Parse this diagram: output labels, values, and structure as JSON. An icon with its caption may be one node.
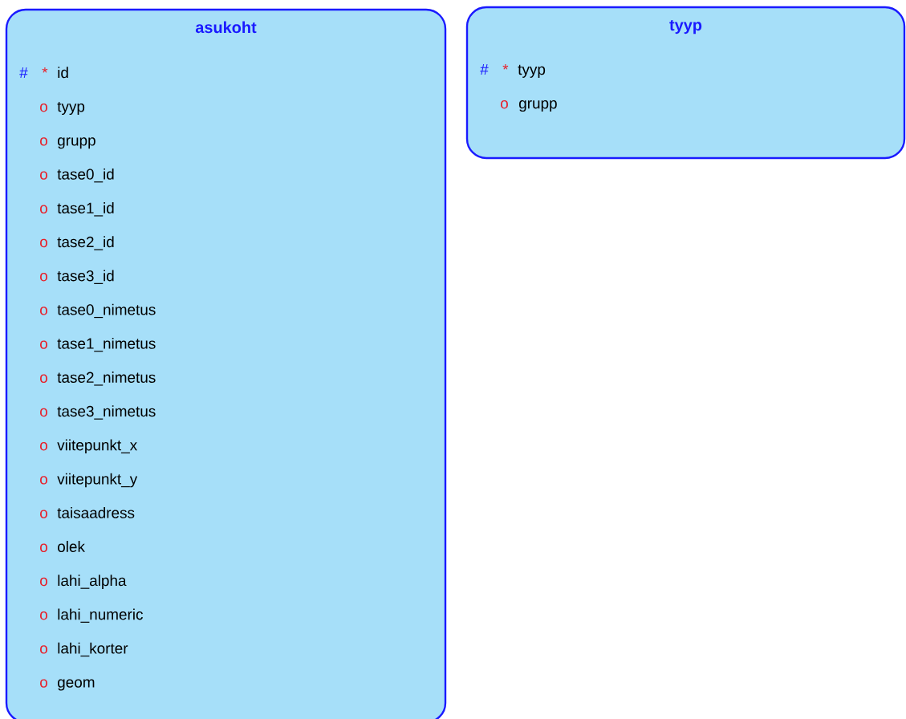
{
  "diagram": {
    "nodes": [
      {
        "text": [
          "asukoht",
          "#",
          "*",
          "id",
          "o",
          "tyyp",
          "o",
          "grupp",
          "o",
          "tase0_id",
          "o",
          "tase1_id",
          "o",
          "tase2_id",
          "o",
          "tase3_id",
          "o",
          "tase0_nimetus",
          "o",
          "tase1_nimetus",
          "o",
          "tase2_nimetus",
          "o",
          "tase3_nimetus",
          "o",
          "viitepunkt_x",
          "o",
          "viitepunkt_y",
          "o",
          "taisaadress",
          "o",
          "olek",
          "o",
          "lahi_alpha",
          "o",
          "lahi_numeric",
          "o",
          "lahi_korter",
          "o",
          "geom"
        ]
      },
      {
        "text": [
          "tyyp",
          "#",
          "*",
          "tyyp",
          "o",
          "grupp"
        ]
      }
    ]
  }
}
